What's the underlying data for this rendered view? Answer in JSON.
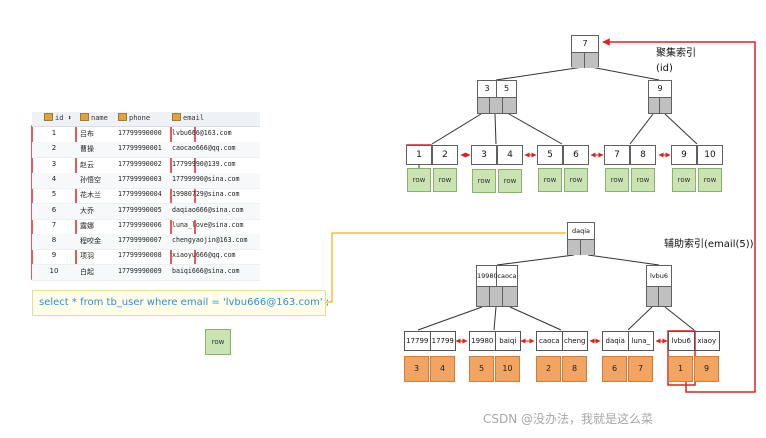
{
  "table": {
    "headers": [
      "id",
      "name",
      "phone",
      "email"
    ],
    "rows": [
      [
        "1",
        "吕布",
        "17799990000",
        "lvbu666@163.com"
      ],
      [
        "2",
        "曹操",
        "17799990001",
        "caocao666@qq.com"
      ],
      [
        "3",
        "赵云",
        "17799990002",
        "17799990@139.com"
      ],
      [
        "4",
        "孙悟空",
        "17799990003",
        "17799990@sina.com"
      ],
      [
        "5",
        "花木兰",
        "17799990004",
        "19980729@sina.com"
      ],
      [
        "6",
        "大乔",
        "17799990005",
        "daqiao666@sina.com"
      ],
      [
        "7",
        "露娜",
        "17799990006",
        "luna_love@sina.com"
      ],
      [
        "8",
        "程咬金",
        "17799990007",
        "chengyaojin@163.com"
      ],
      [
        "9",
        "项羽",
        "17799990008",
        "xiaoyu666@qq.com"
      ],
      [
        "10",
        "白起",
        "17799990009",
        "baiqi666@sina.com"
      ]
    ]
  },
  "sql": "select * from tb_user where email = 'lvbu666@163.com' ;",
  "row_label": "row",
  "clustered": {
    "title": "聚集索引",
    "subtitle": "(id)",
    "root": "7",
    "level1": [
      [
        "3",
        "5"
      ],
      [
        "9"
      ]
    ],
    "leaves": [
      [
        "1",
        "2"
      ],
      [
        "3",
        "4"
      ],
      [
        "5",
        "6"
      ],
      [
        "7",
        "8"
      ],
      [
        "9",
        "10"
      ]
    ],
    "leaf_row": "row"
  },
  "secondary": {
    "title": "辅助索引(email(5))",
    "root": "daqia",
    "level1": [
      [
        "19980",
        "caoca"
      ],
      [
        "lvbu6"
      ]
    ],
    "leaves": [
      [
        "17799",
        "17799"
      ],
      [
        "19980",
        "baiqi"
      ],
      [
        "caoca",
        "cheng"
      ],
      [
        "daqia",
        "luna_"
      ],
      [
        "lvbu6",
        "xiaoy"
      ]
    ],
    "ids": [
      [
        "3",
        "4"
      ],
      [
        "5",
        "10"
      ],
      [
        "2",
        "8"
      ],
      [
        "6",
        "7"
      ],
      [
        "1",
        "9"
      ]
    ]
  },
  "watermark": "CSDN @没办法，我就是这么菜",
  "colors": {
    "red": "#dd2222",
    "green": "#c9e3b2",
    "orange": "#f2a462",
    "gold": "#f0b400",
    "grey": "#c0c0c0"
  }
}
